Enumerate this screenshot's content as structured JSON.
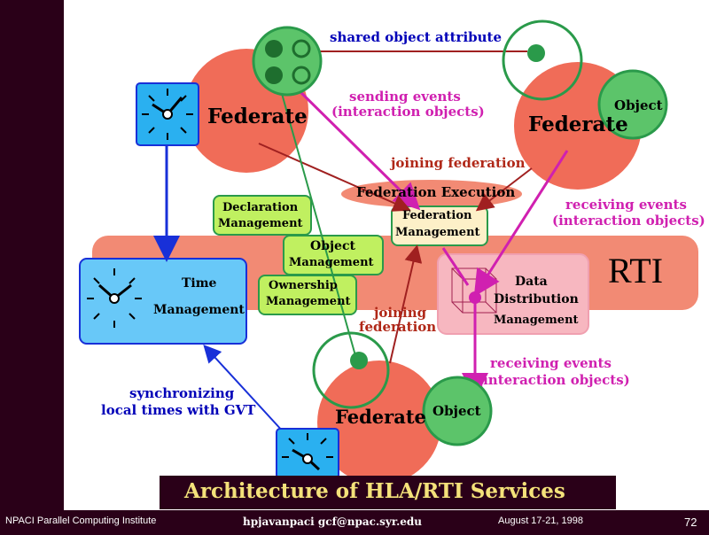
{
  "slide": {
    "title": "Architecture of HLA/RTI Services",
    "rti_label": "RTI"
  },
  "federates": {
    "left": "Federate",
    "right": "Federate",
    "bottom": "Federate"
  },
  "objects": {
    "right": "Object",
    "bottom": "Object"
  },
  "annotations": {
    "shared_object_attribute": "shared object attribute",
    "sending_events_1": "sending events",
    "sending_events_2": "(interaction objects)",
    "joining_federation_top": "joining federation",
    "federation_execution": "Federation Execution",
    "receiving_events_top_1": "receiving events",
    "receiving_events_top_2": "(interaction objects)",
    "joining_federation_mid_1": "joining",
    "joining_federation_mid_2": "federation",
    "receiving_events_bottom_1": "receiving events",
    "receiving_events_bottom_2": "(interaction objects)",
    "sync_1": "synchronizing",
    "sync_2": "local times with GVT"
  },
  "services": {
    "declaration_1": "Declaration",
    "declaration_2": "Management",
    "object_1": "Object",
    "object_2": "Management",
    "ownership_1": "Ownership",
    "ownership_2": "Management",
    "federation_1": "Federation",
    "federation_2": "Management",
    "time_1": "Time",
    "time_2": "Management",
    "ddm_1": "Data",
    "ddm_2": "Distribution",
    "ddm_3": "Management"
  },
  "footer": {
    "institute": "NPACI Parallel Computing Institute",
    "contact": "hpjavanpaci  gcf@npac.syr.edu",
    "date": "August 17-21, 1998",
    "page": "72"
  },
  "colors": {
    "background": "#2a0018",
    "canvas": "#ffffff",
    "federate": "#f06c58",
    "rti_band": "#f28a74",
    "service_green": "#c0f060",
    "time_blue": "#68c8f8",
    "ddm_pink": "#f7b7c0",
    "object_green": "#5cc46a",
    "blue_text": "#0000b8",
    "magenta": "#d020b0",
    "dark_red_arrow": "#a02020"
  }
}
